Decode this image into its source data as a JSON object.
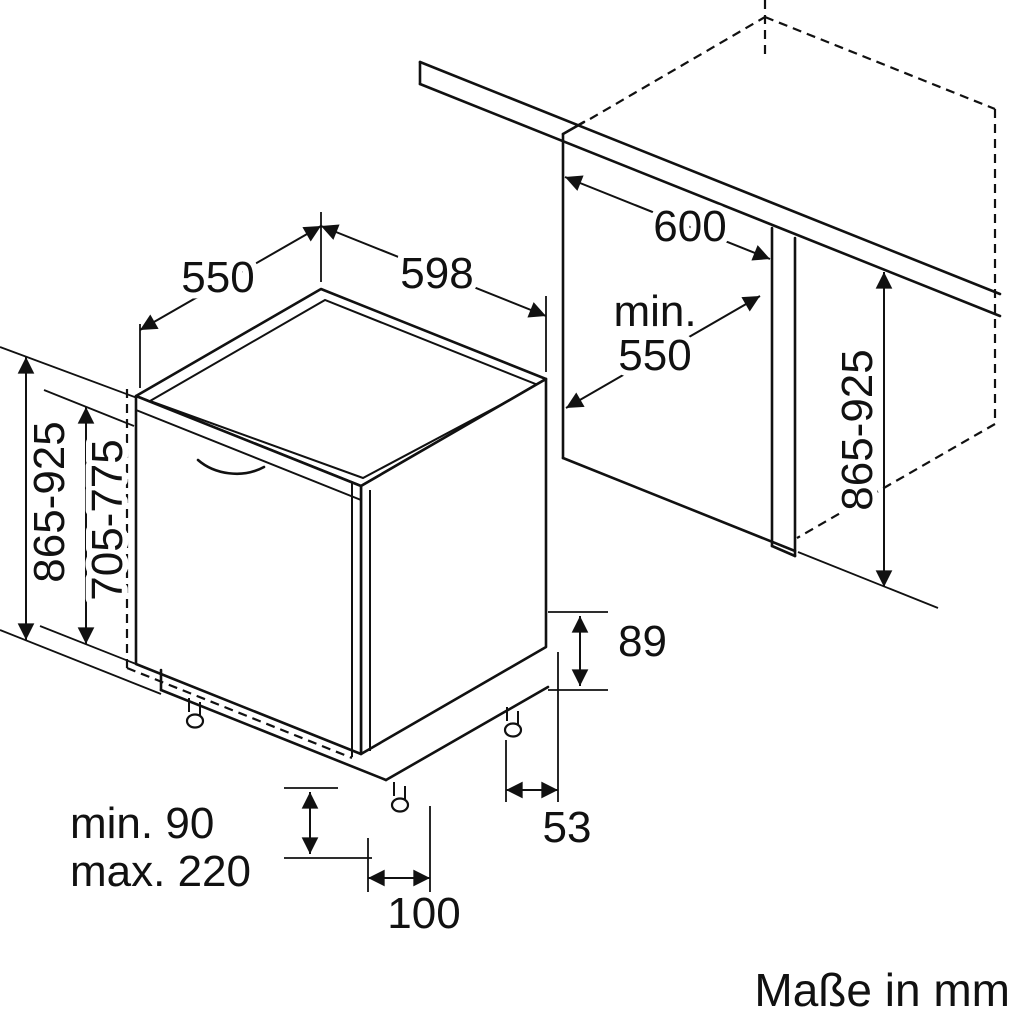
{
  "diagram": {
    "unit_note": "Maße in mm",
    "dimensions": {
      "appliance_depth": "550",
      "appliance_width": "598",
      "niche_width": "600",
      "niche_depth_prefix": "min.",
      "niche_depth_value": "550",
      "niche_height_right": "865-925",
      "appliance_height_left": "865-925",
      "door_panel_height": "705-775",
      "rear_plinth_height": "89",
      "rear_foot_offset": "53",
      "plinth_clearance_min": "min. 90",
      "plinth_clearance_max": "max. 220",
      "front_foot_offset": "100"
    },
    "colors": {
      "line": "#111111",
      "background": "#ffffff"
    }
  }
}
